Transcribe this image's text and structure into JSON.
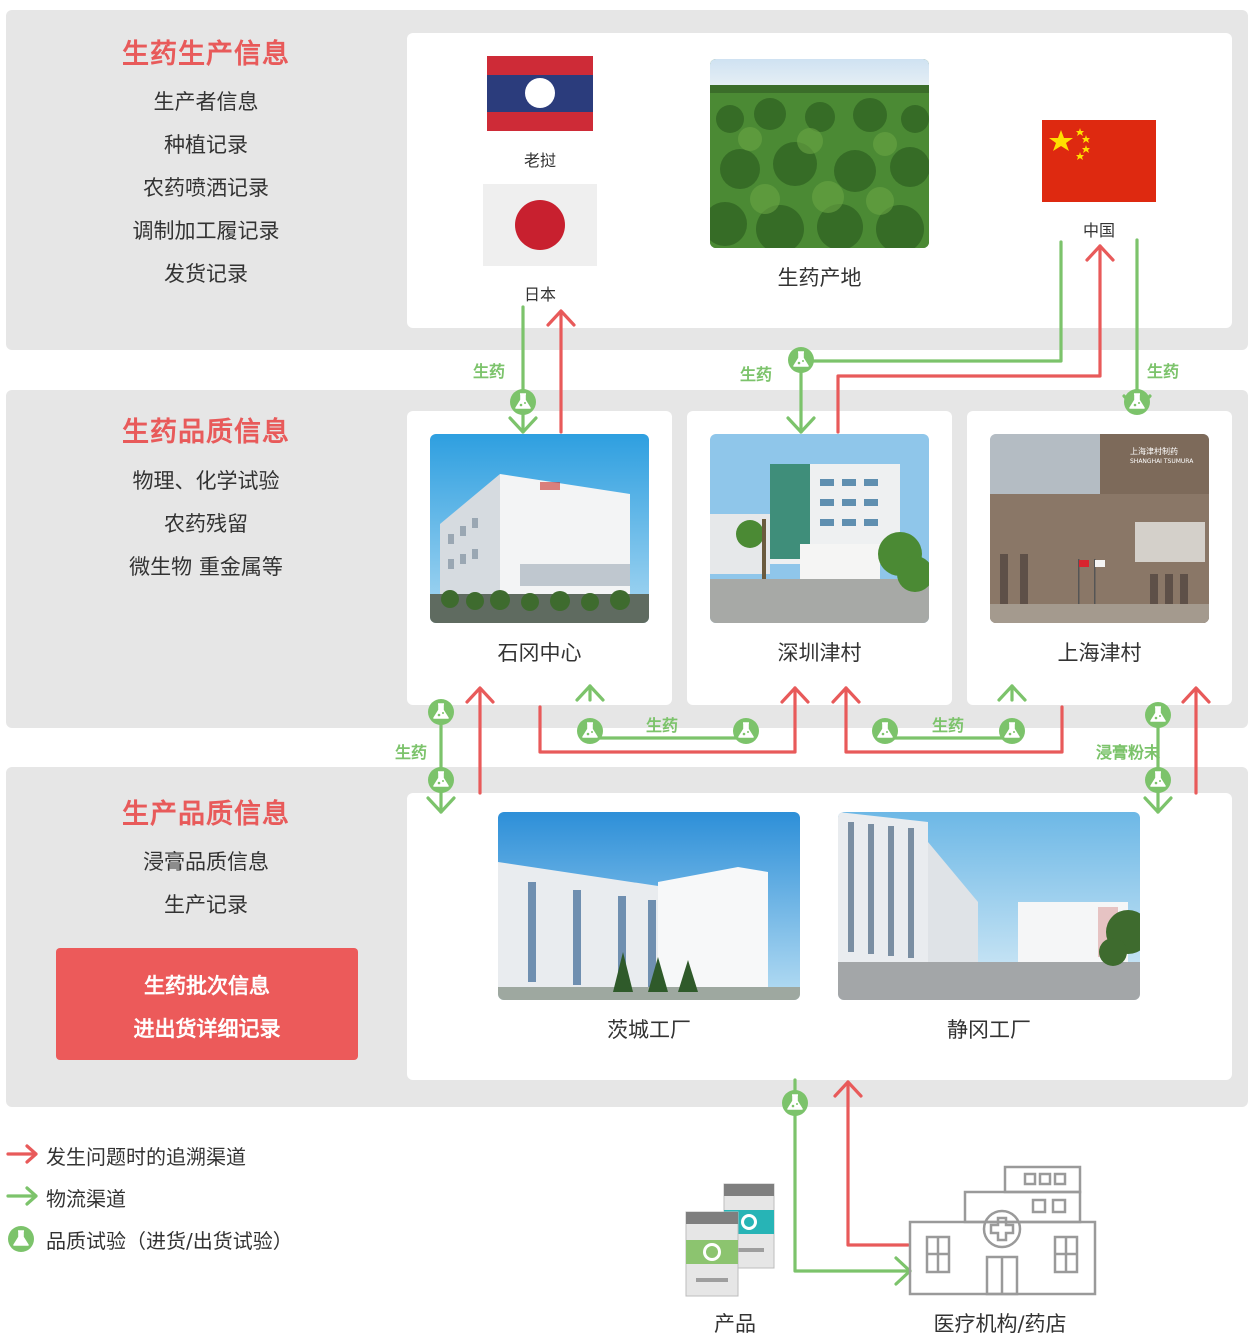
{
  "sections": {
    "raw": {
      "title": "生药生产信息",
      "items": [
        "生产者信息",
        "种植记录",
        "农药喷洒记录",
        "调制加工履记录",
        "发货记录"
      ]
    },
    "quality": {
      "title": "生药品质信息",
      "items": [
        "物理、化学试验",
        "农药残留",
        "微生物 重金属等"
      ]
    },
    "production": {
      "title": "生产品质信息",
      "items": [
        "浸膏品质信息",
        "生产记录"
      ],
      "highlight": [
        "生药批次信息",
        "进出货详细记录"
      ]
    }
  },
  "origins": {
    "laos": "老挝",
    "japan": "日本",
    "field": "生药产地",
    "china": "中国"
  },
  "centers": {
    "ishioka": "石冈中心",
    "shenzhen": "深圳津村",
    "shanghai": "上海津村",
    "shanghai_sign_cn": "上海津村制药",
    "shanghai_sign_en": "SHANGHAI TSUMURA"
  },
  "factories": {
    "ibaraki": "茨城工厂",
    "shizuoka": "静冈工厂"
  },
  "flow_labels": {
    "herb": "生药",
    "extract": "浸膏粉末"
  },
  "endpoints": {
    "product": "产品",
    "hospital": "医疗机构/药店"
  },
  "legend": {
    "trace": "发生问题时的追溯渠道",
    "logistics": "物流渠道",
    "qc": "品质试验（进货/出货试验）"
  },
  "colors": {
    "red": "#e85a5a",
    "green": "#7cc36b",
    "band": "#e6e6e6"
  }
}
